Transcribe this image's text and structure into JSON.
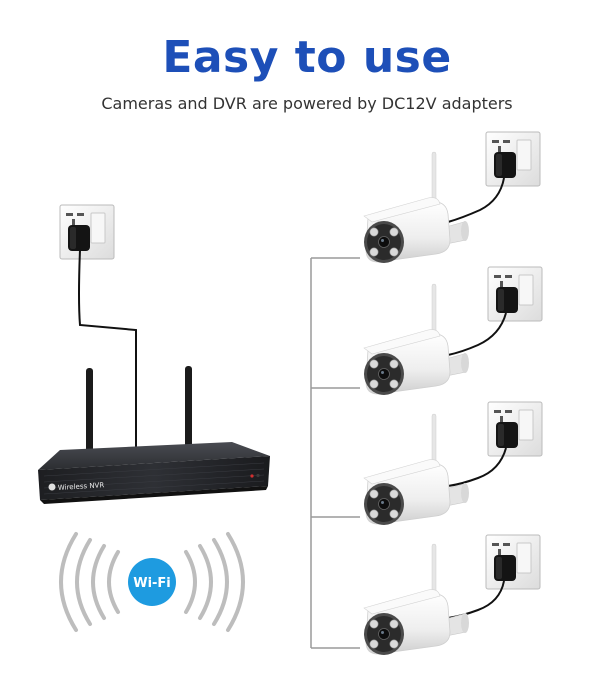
{
  "header": {
    "title": "Easy to use",
    "subtitle": "Cameras and DVR are powered by DC12V adapters"
  },
  "nvr": {
    "label": "Wireless NVR",
    "icon": "brand-logo-icon"
  },
  "wifi": {
    "label": "Wi-Fi"
  },
  "colors": {
    "title": "#1d4fb8",
    "wifi_badge": "#1e9be0",
    "nvr_body": "#2b2d31",
    "camera_body": "#f2f2f2",
    "wire": "#111111",
    "network_line": "#9a9a9a"
  }
}
